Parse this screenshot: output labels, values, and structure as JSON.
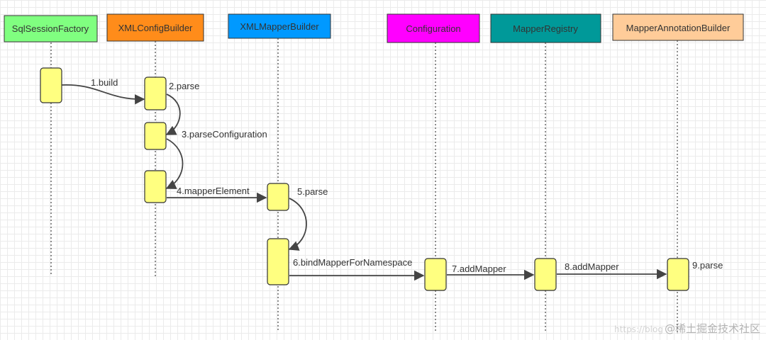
{
  "participants": [
    {
      "name": "SqlSessionFactory",
      "fill": "#80ff80",
      "text_color": "#333333"
    },
    {
      "name": "XMLConfigBuilder",
      "fill": "#ff8c1a",
      "text_color": "#333333"
    },
    {
      "name": "XMLMapperBuilder",
      "fill": "#0099ff",
      "text_color": "#333333"
    },
    {
      "name": "Configuration",
      "fill": "#ff00ff",
      "text_color": "#333333"
    },
    {
      "name": "MapperRegistry",
      "fill": "#009999",
      "text_color": "#333333"
    },
    {
      "name": "MapperAnnotationBuilder",
      "fill": "#ffcc99",
      "text_color": "#333333"
    }
  ],
  "messages": [
    {
      "label": "1.build"
    },
    {
      "label": "2.parse"
    },
    {
      "label": "3.parseConfiguration"
    },
    {
      "label": "4.mapperElement"
    },
    {
      "label": "5.parse"
    },
    {
      "label": "6.bindMapperForNamespace"
    },
    {
      "label": "7.addMapper"
    },
    {
      "label": "8.addMapper"
    },
    {
      "label": "9.parse"
    }
  ],
  "colors": {
    "activation": "#ffff80",
    "line": "#444444"
  },
  "watermark": {
    "faint_text": "https://blog",
    "text": "@稀土掘金技术社区"
  }
}
